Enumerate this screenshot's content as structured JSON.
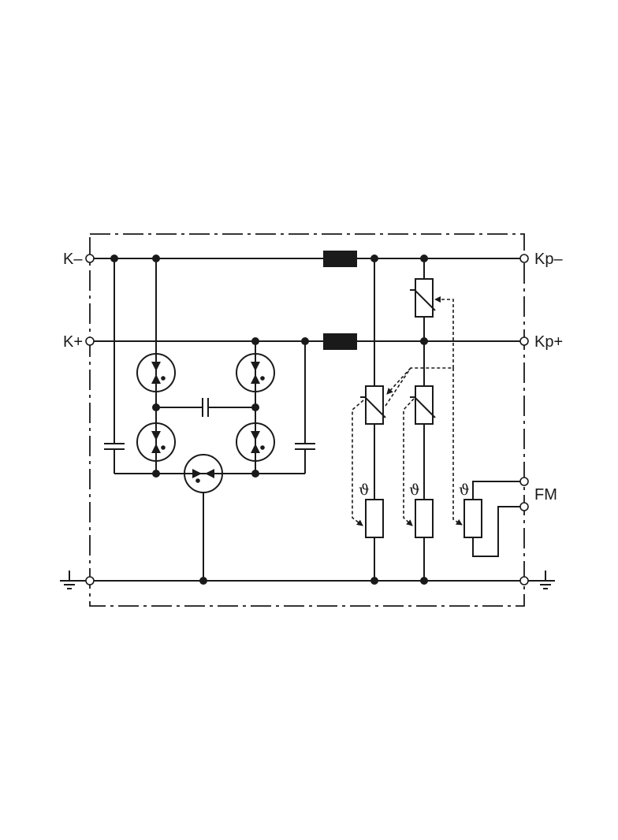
{
  "terminals": {
    "k_minus": "K–",
    "k_plus": "K+",
    "kp_minus": "Kp–",
    "kp_plus": "Kp+",
    "fm": "FM"
  },
  "thermal_symbol": "ϑ",
  "icons": [
    "ground-icon",
    "gas-discharge-tube-icon",
    "varistor-icon",
    "thermal-fuse-icon",
    "capacitor-icon",
    "inductor-icon"
  ]
}
